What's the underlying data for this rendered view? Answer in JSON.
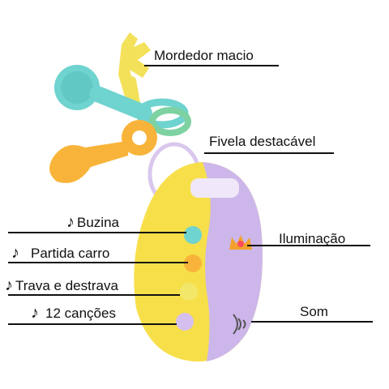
{
  "colors": {
    "yellow": "#f7df4a",
    "lavender": "#cdb6ea",
    "teal": "#6fd3cf",
    "orange": "#f8b43a",
    "lime": "#f3e76a",
    "crown": "#f2a22c"
  },
  "icons": {
    "note": "♪"
  },
  "labels": {
    "teether": "Mordedor macio",
    "clasp": "Fivela destacável",
    "light": "Iluminação",
    "sound": "Som",
    "horn": "Buzina",
    "start": "Partida carro",
    "lock": "Trava e destrava",
    "songs": "12 canções"
  }
}
